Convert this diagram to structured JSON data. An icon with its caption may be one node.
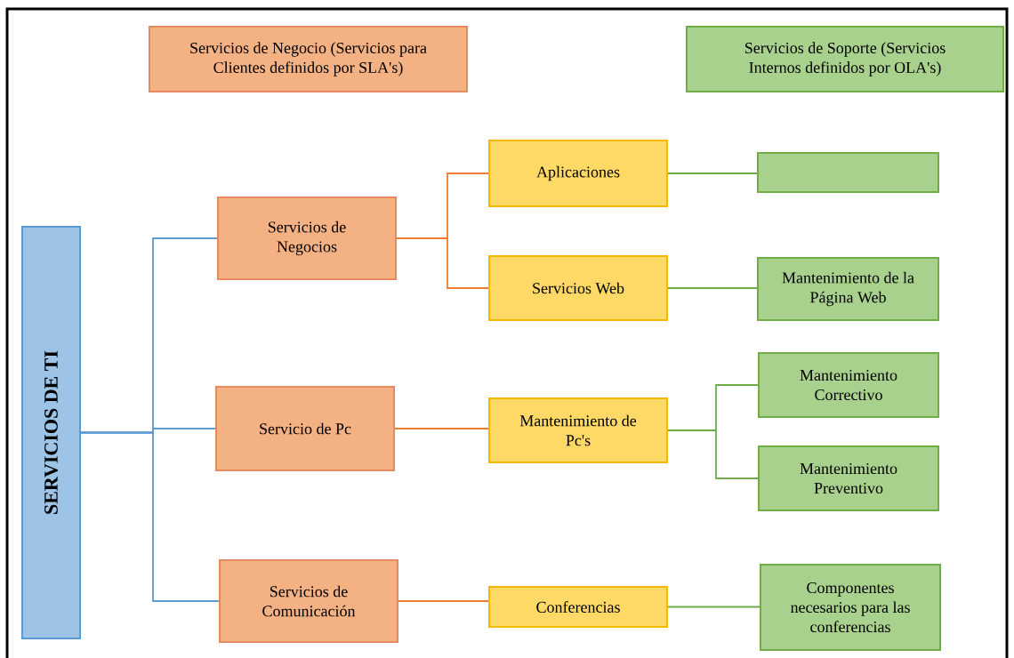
{
  "diagram": {
    "nodes": [
      {
        "text": [
          "Servicios de Negocio (Servicios para Clientes definidos por SLA's)"
        ]
      },
      {
        "text": [
          "Servicios de Soporte (Servicios Internos definidos por OLA's)"
        ]
      },
      {
        "text": [
          "SERVICIOS DE TI"
        ]
      },
      {
        "text": [
          "Servicios de Negocios"
        ]
      },
      {
        "text": [
          "Servicio de Pc"
        ]
      },
      {
        "text": [
          "Servicios de Comunicación"
        ]
      },
      {
        "text": [
          "Aplicaciones"
        ]
      },
      {
        "text": [
          "Servicios Web"
        ]
      },
      {
        "text": [
          "Mantenimiento de Pc's"
        ]
      },
      {
        "text": [
          "Conferencias"
        ]
      },
      {
        "text": [],
        "shape": "box"
      },
      {
        "text": [
          "Mantenimiento de la Página Web"
        ]
      },
      {
        "text": [
          "Mantenimiento Correctivo"
        ]
      },
      {
        "text": [
          "Mantenimiento Preventivo"
        ]
      },
      {
        "text": [
          "Componentes necesarios para las conferencias"
        ]
      }
    ],
    "edges": [
      {
        "from": 2,
        "to": 3,
        "arrow": "none",
        "color": "#5b9bd5"
      },
      {
        "from": 2,
        "to": 4,
        "arrow": "none",
        "color": "#5b9bd5"
      },
      {
        "from": 2,
        "to": 5,
        "arrow": "none",
        "color": "#5b9bd5"
      },
      {
        "from": 3,
        "to": 6,
        "arrow": "none",
        "color": "#ed7d31"
      },
      {
        "from": 3,
        "to": 7,
        "arrow": "none",
        "color": "#ed7d31"
      },
      {
        "from": 4,
        "to": 8,
        "arrow": "none",
        "color": "#ed7d31"
      },
      {
        "from": 5,
        "to": 9,
        "arrow": "none",
        "color": "#ed7d31"
      },
      {
        "from": 6,
        "to": 10,
        "arrow": "none"
      },
      {
        "from": 7,
        "to": 11,
        "arrow": "none"
      },
      {
        "from": 8,
        "to": 12,
        "arrow": "none"
      },
      {
        "from": 8,
        "to": 13,
        "arrow": "none"
      },
      {
        "from": 9,
        "to": 14,
        "arrow": "none"
      }
    ]
  }
}
